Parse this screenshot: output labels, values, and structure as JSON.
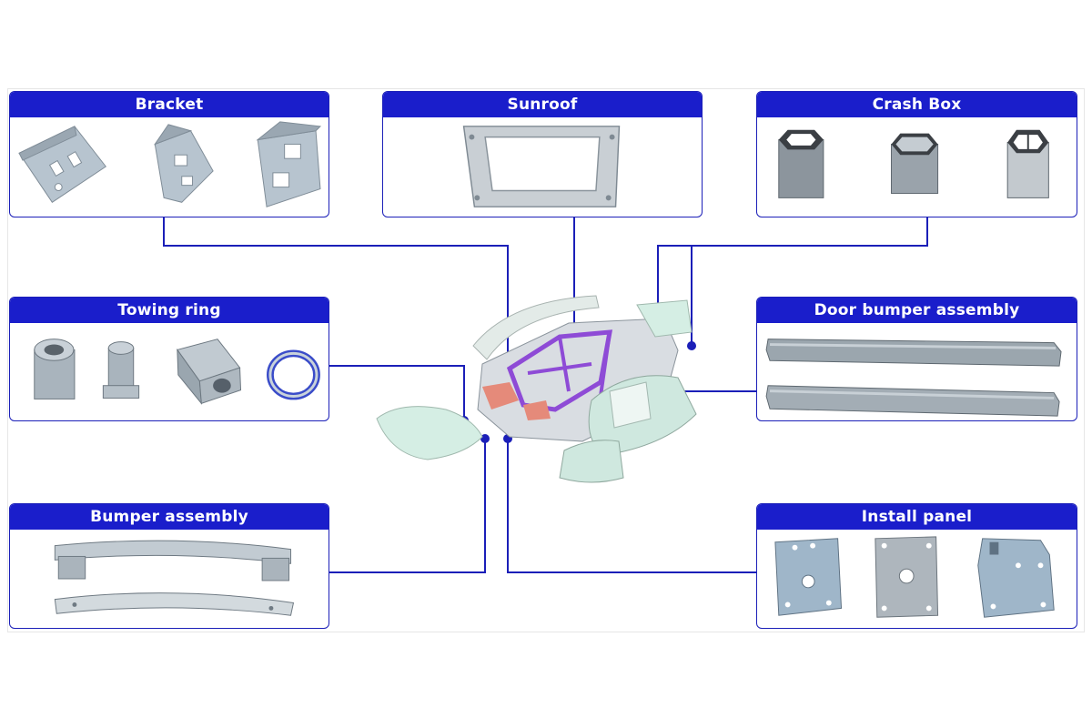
{
  "panels": {
    "bracket": {
      "title": "Bracket"
    },
    "sunroof": {
      "title": "Sunroof"
    },
    "crash_box": {
      "title": "Crash Box"
    },
    "towing_ring": {
      "title": "Towing ring"
    },
    "door_bumper": {
      "title": "Door bumper assembly"
    },
    "bumper": {
      "title": "Bumper assembly"
    },
    "install_panel": {
      "title": "Install panel"
    }
  },
  "colors": {
    "header_blue": "#1a1ecb",
    "line_blue": "#1b1fb8",
    "metal": "#b9c3cc",
    "car_glass": "#cfe8df",
    "car_frame": "#8e4bd6"
  }
}
